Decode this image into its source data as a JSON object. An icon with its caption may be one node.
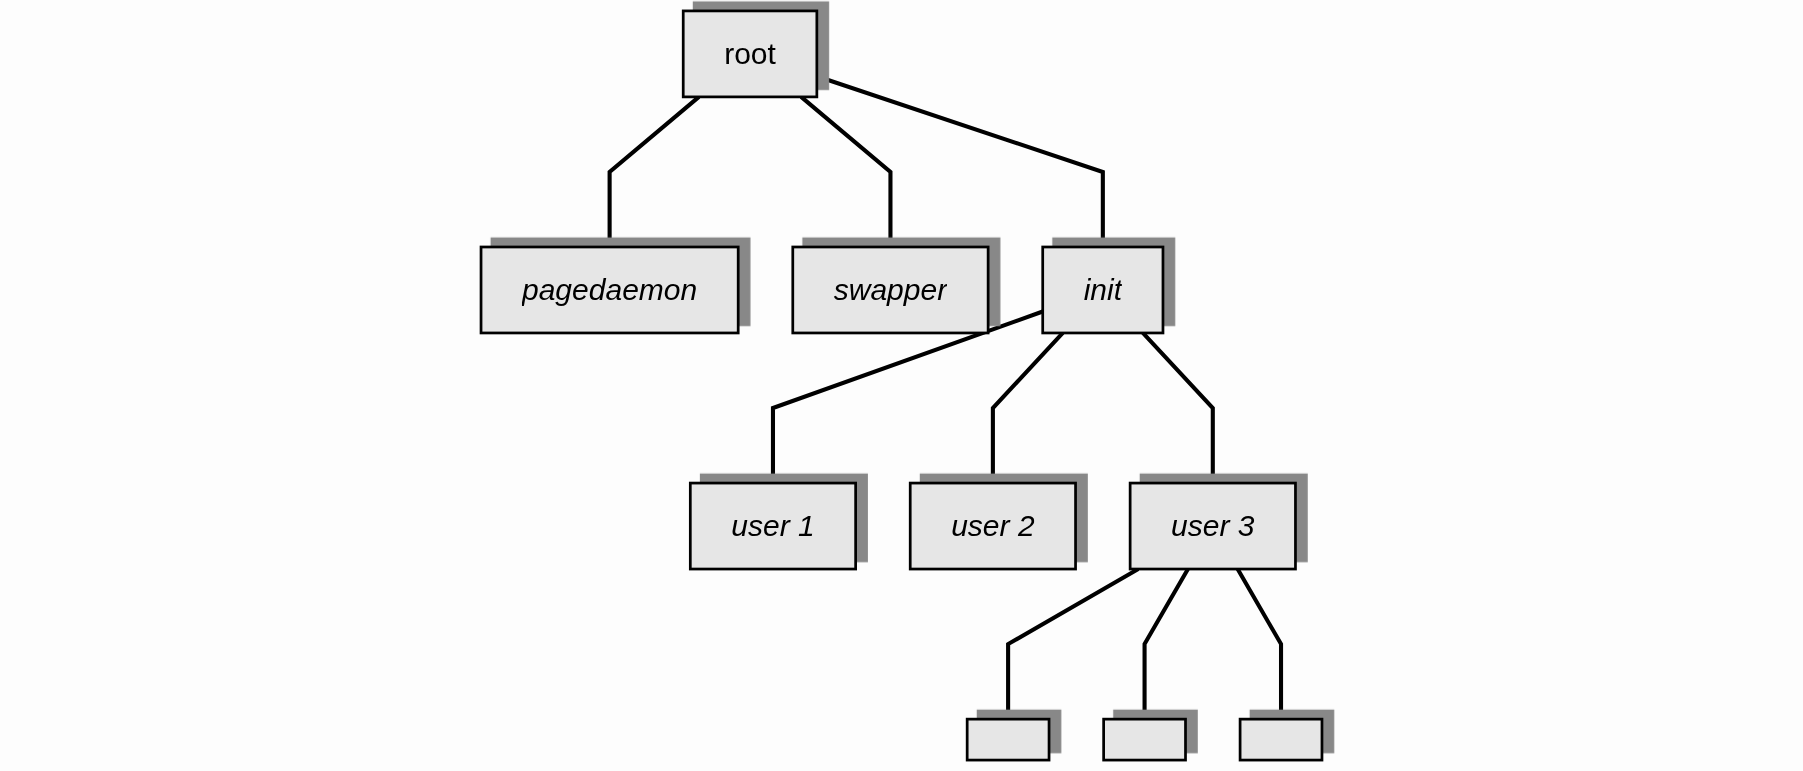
{
  "diagram": {
    "nodes": [
      {
        "text": [
          "root"
        ]
      },
      {
        "text": [
          "pagedaemon"
        ]
      },
      {
        "text": [
          "swapper"
        ]
      },
      {
        "text": [
          "init"
        ]
      },
      {
        "text": [
          "user 1"
        ]
      },
      {
        "text": [
          "user 2"
        ]
      },
      {
        "text": [
          "user 3"
        ]
      },
      {
        "text": [],
        "shape": "box"
      },
      {
        "text": [],
        "shape": "box"
      },
      {
        "text": [],
        "shape": "box"
      }
    ],
    "edges": [
      {
        "from": 0,
        "to": 1,
        "arrow": "none"
      },
      {
        "from": 0,
        "to": 2,
        "arrow": "none"
      },
      {
        "from": 0,
        "to": 3,
        "arrow": "none"
      },
      {
        "from": 3,
        "to": 4,
        "arrow": "none"
      },
      {
        "from": 3,
        "to": 5,
        "arrow": "none"
      },
      {
        "from": 3,
        "to": 6,
        "arrow": "none"
      },
      {
        "from": 6,
        "to": 7,
        "arrow": "none"
      },
      {
        "from": 6,
        "to": 8,
        "arrow": "none"
      },
      {
        "from": 6,
        "to": 9,
        "arrow": "none"
      }
    ]
  }
}
